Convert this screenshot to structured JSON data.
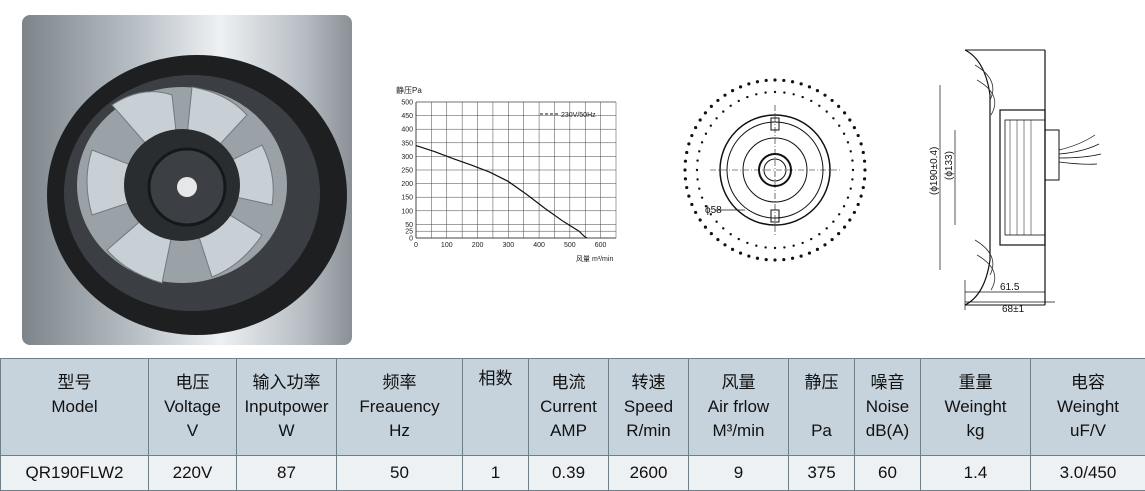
{
  "chart_data": {
    "type": "line",
    "ylabel": "静压Pa",
    "xlabel": "风量 m³/min",
    "legend": "230V/50Hz",
    "x_ticks": [
      0,
      100,
      200,
      300,
      400,
      500,
      600
    ],
    "y_ticks": [
      0,
      25,
      50,
      100,
      150,
      200,
      250,
      300,
      350,
      400,
      450,
      500
    ],
    "xlim": [
      0,
      650
    ],
    "ylim": [
      0,
      500
    ],
    "series": [
      {
        "name": "230V/50Hz",
        "x": [
          0,
          60,
          120,
          180,
          240,
          300,
          360,
          420,
          480,
          530,
          545,
          555
        ],
        "y": [
          340,
          318,
          292,
          268,
          242,
          208,
          160,
          108,
          60,
          25,
          8,
          0
        ]
      }
    ]
  },
  "drawing": {
    "front_dim": "ϕ58",
    "side_dim_outer": "(ϕ190±0.4)",
    "side_dim_inner": "(ϕ133)",
    "side_dim_depth": "61.5",
    "side_dim_total": "68±1"
  },
  "table": {
    "headers": [
      [
        "型号",
        "Model",
        ""
      ],
      [
        "电压",
        "Voltage",
        "V"
      ],
      [
        "输入功率",
        "Inputpower",
        "W"
      ],
      [
        "频率",
        "Freauency",
        "Hz"
      ],
      [
        "相数",
        "",
        ""
      ],
      [
        "电流",
        "Current",
        "AMP"
      ],
      [
        "转速",
        "Speed",
        "R/min"
      ],
      [
        "风量",
        "Air frlow",
        "M³/min"
      ],
      [
        "静压",
        "",
        "Pa"
      ],
      [
        "噪音",
        "Noise",
        "dB(A)"
      ],
      [
        "重量",
        "Weinght",
        "kg"
      ],
      [
        "电容",
        "Weinght",
        "uF/V"
      ]
    ],
    "row": [
      "QR190FLW2",
      "220V",
      "87",
      "50",
      "1",
      "0.39",
      "2600",
      "9",
      "375",
      "60",
      "1.4",
      "3.0/450"
    ]
  }
}
